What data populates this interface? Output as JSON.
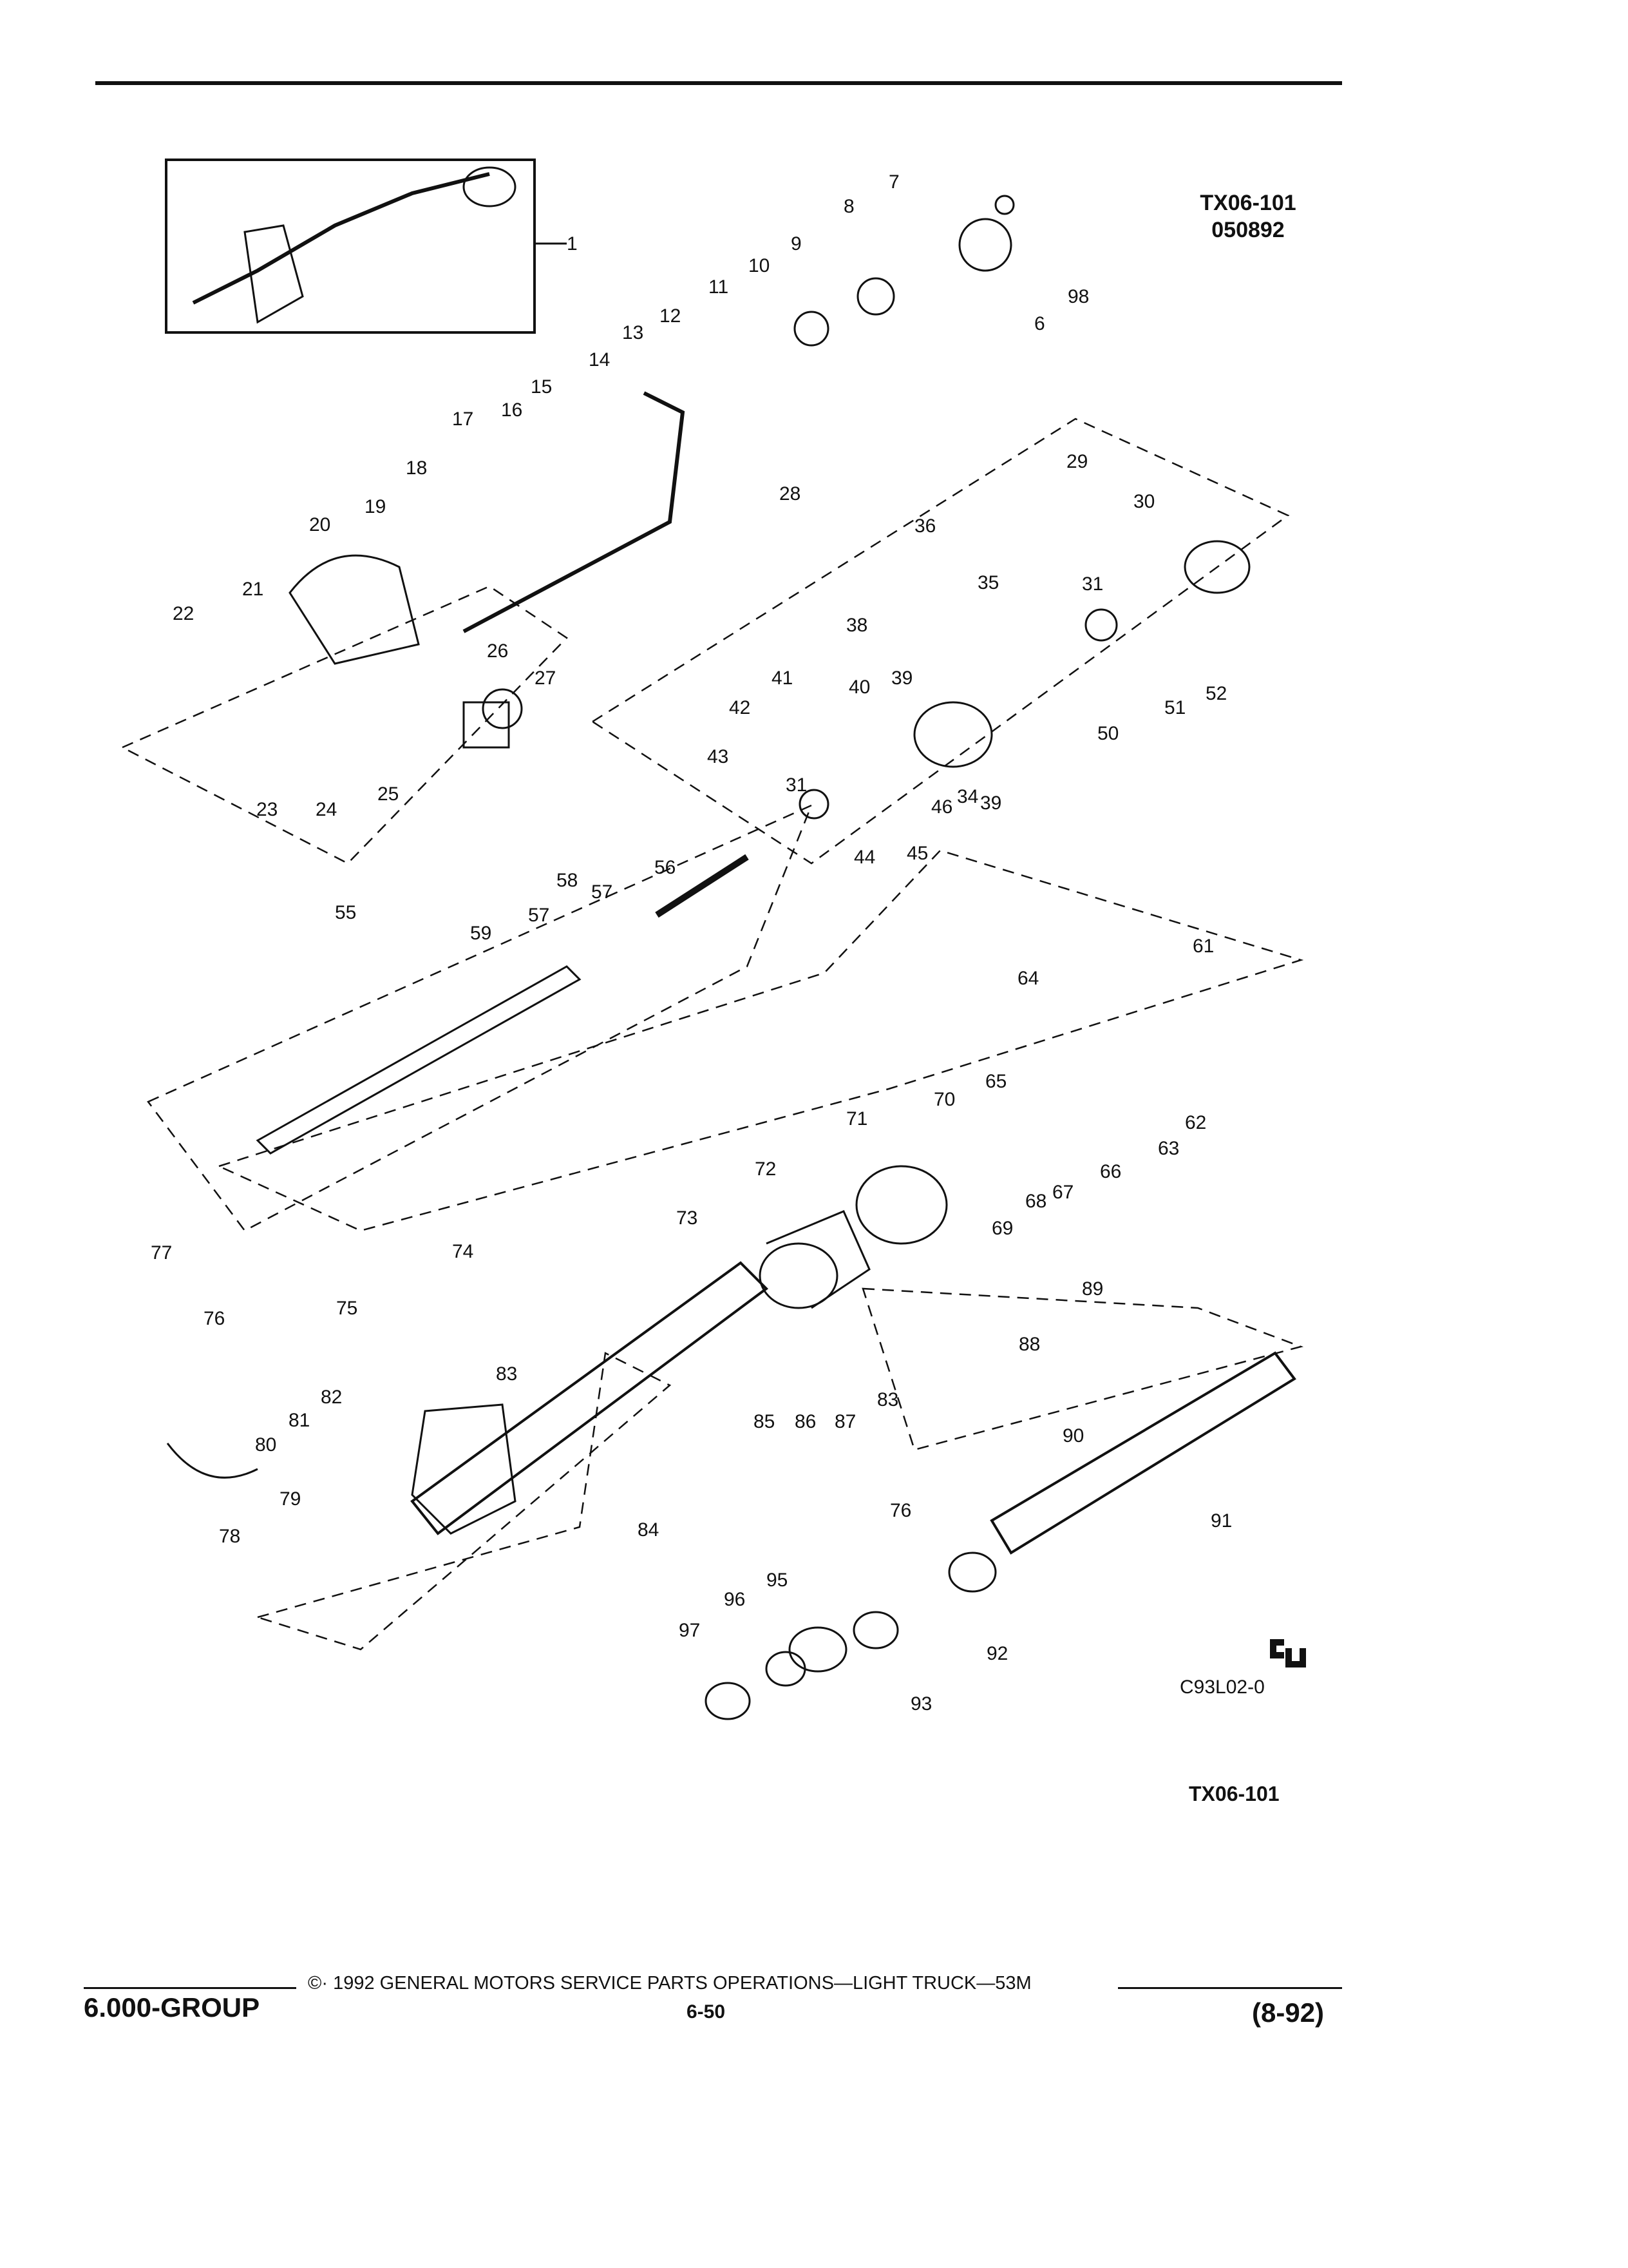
{
  "header": {
    "diagram_id": "TX06-101",
    "diagram_date": "050892"
  },
  "figure": {
    "code": "C93L02-0",
    "id_bottom": "TX06-101",
    "callouts": [
      "1",
      "6",
      "7",
      "8",
      "9",
      "10",
      "11",
      "12",
      "13",
      "14",
      "15",
      "16",
      "17",
      "18",
      "19",
      "20",
      "21",
      "22",
      "23",
      "24",
      "25",
      "26",
      "27",
      "28",
      "29",
      "30",
      "31",
      "31",
      "34",
      "35",
      "36",
      "38",
      "39",
      "39",
      "40",
      "41",
      "42",
      "43",
      "44",
      "45",
      "46",
      "50",
      "51",
      "52",
      "55",
      "56",
      "57",
      "57",
      "58",
      "59",
      "61",
      "62",
      "63",
      "64",
      "65",
      "66",
      "67",
      "68",
      "69",
      "70",
      "71",
      "72",
      "73",
      "74",
      "75",
      "76",
      "76",
      "77",
      "78",
      "79",
      "80",
      "81",
      "82",
      "83",
      "83",
      "84",
      "85",
      "86",
      "87",
      "88",
      "89",
      "90",
      "91",
      "92",
      "93",
      "95",
      "96",
      "97",
      "98"
    ]
  },
  "footer": {
    "copyright": "©· 1992 GENERAL MOTORS SERVICE PARTS OPERATIONS—LIGHT TRUCK—53M",
    "group": "6.000-GROUP",
    "page": "6-50",
    "date": "(8-92)"
  }
}
